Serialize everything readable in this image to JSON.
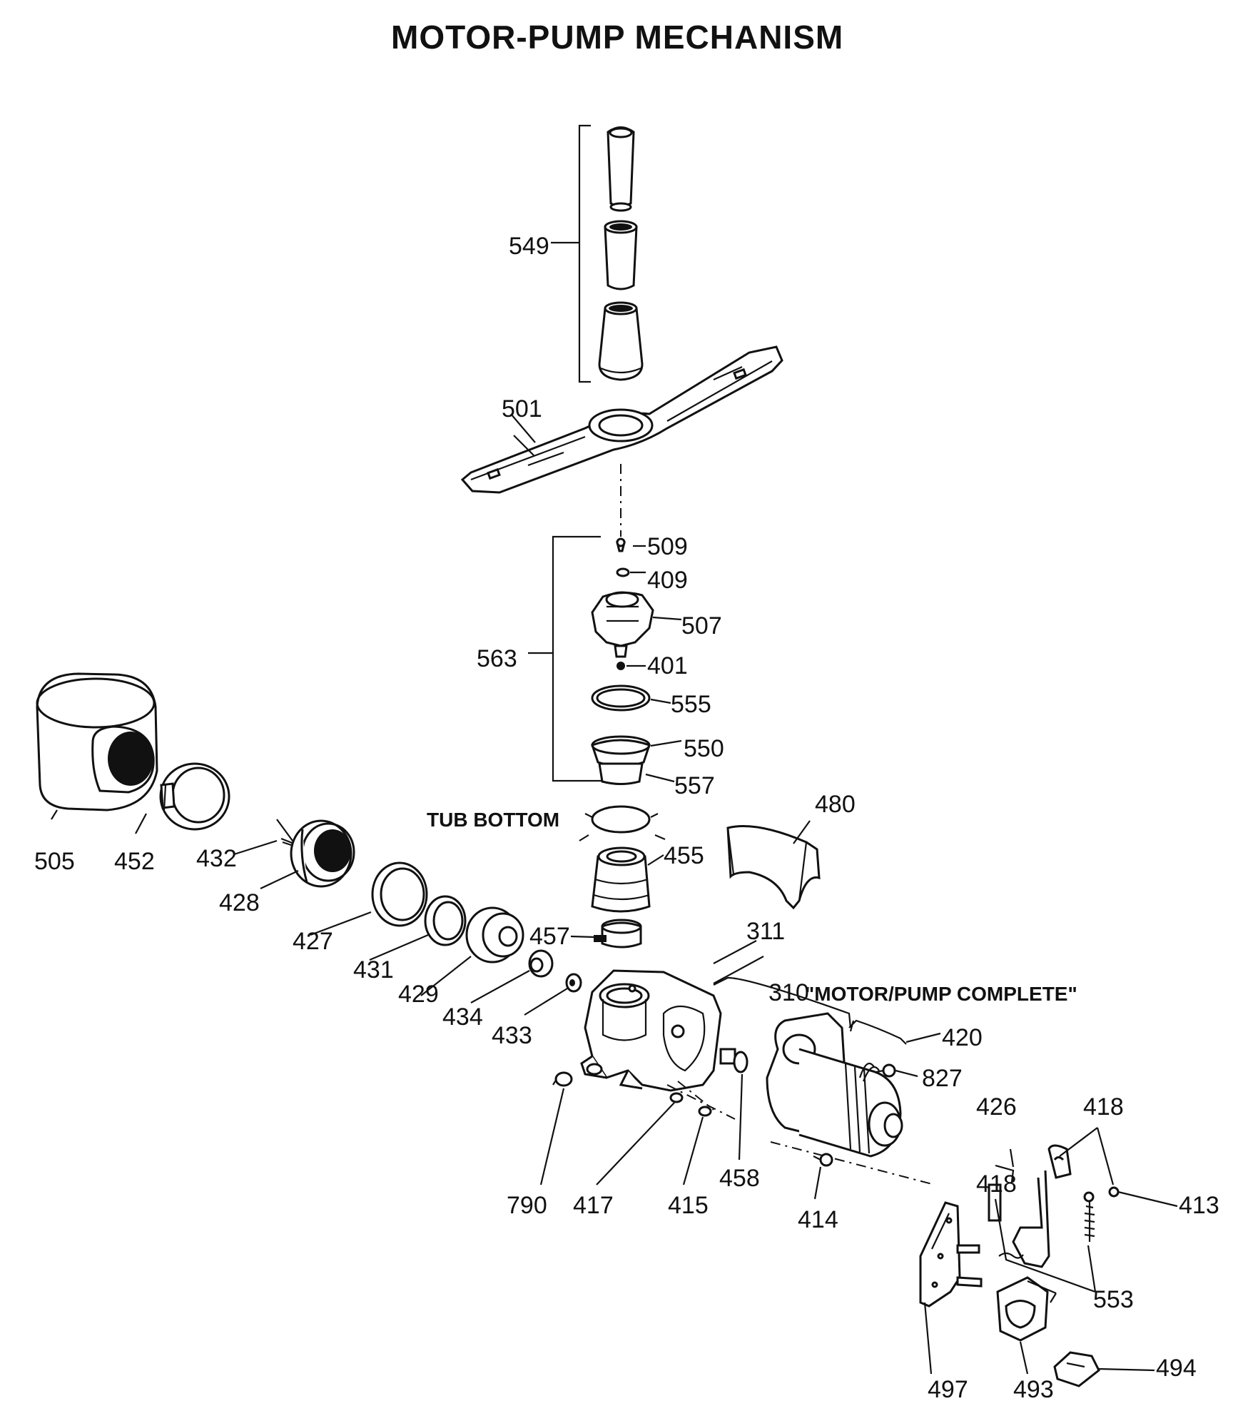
{
  "title": "MOTOR-PUMP MECHANISM",
  "notes": {
    "tub_bottom": "TUB BOTTOM",
    "motor_pump_complete_num": "310",
    "motor_pump_complete": "\"MOTOR/PUMP COMPLETE\""
  },
  "labels": {
    "p549": "549",
    "p501": "501",
    "p509": "509",
    "p409": "409",
    "p507": "507",
    "p563": "563",
    "p401": "401",
    "p555": "555",
    "p550": "550",
    "p557": "557",
    "p480": "480",
    "p455": "455",
    "p457": "457",
    "p311": "311",
    "p505": "505",
    "p452": "452",
    "p432": "432",
    "p428": "428",
    "p427": "427",
    "p431": "431",
    "p429": "429",
    "p434": "434",
    "p433": "433",
    "p420": "420",
    "p827": "827",
    "p426": "426",
    "p418a": "418",
    "p418b": "418",
    "p413": "413",
    "p790": "790",
    "p417": "417",
    "p415": "415",
    "p458": "458",
    "p414": "414",
    "p553": "553",
    "p497": "497",
    "p493": "493",
    "p494": "494"
  }
}
